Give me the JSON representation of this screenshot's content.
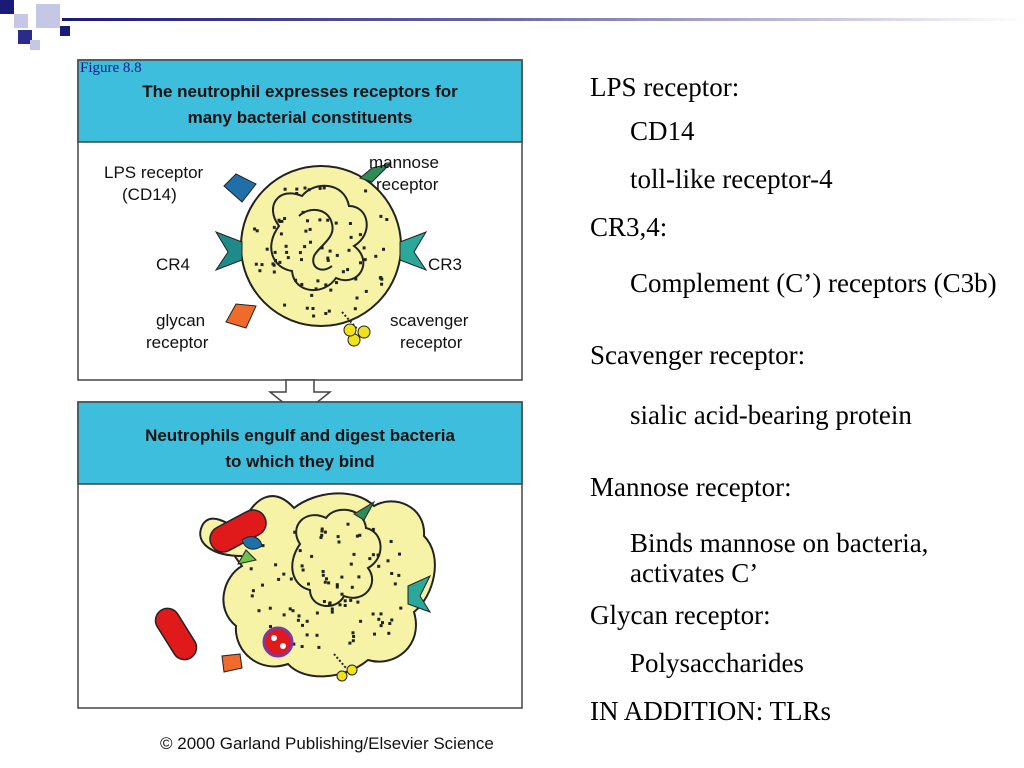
{
  "slide": {
    "figure_label": "Figure 8.8",
    "credit": "© 2000 Garland Publishing/Elsevier Science"
  },
  "figure": {
    "top_title_line1": "The neutrophil expresses receptors for",
    "top_title_line2": "many bacterial constituents",
    "bottom_title_line1": "Neutrophils engulf and digest bacteria",
    "bottom_title_line2": "to which they bind",
    "labels": {
      "lps_line1": "LPS receptor",
      "lps_line2": "(CD14)",
      "mannose_line1": "mannose",
      "mannose_line2": "receptor",
      "cr4": "CR4",
      "cr3": "CR3",
      "glycan_line1": "glycan",
      "glycan_line2": "receptor",
      "scavenger_line1": "scavenger",
      "scavenger_line2": "receptor"
    },
    "colors": {
      "header_bg": "#3dbedc",
      "cell": "#f7f3a6",
      "lps_receptor": "#1f6fa8",
      "mannose_receptor": "#2e8a57",
      "cr3_receptor": "#2aa89a",
      "cr4_receptor": "#1e8a8a",
      "glycan_receptor": "#f06a2a",
      "scavenger_ligand": "#f2e21a",
      "bacteria": "#e01a1a"
    }
  },
  "bullets": [
    {
      "level": 1,
      "text": "LPS receptor:"
    },
    {
      "level": 2,
      "text": "CD14"
    },
    {
      "level": 2,
      "text": "toll-like receptor-4"
    },
    {
      "level": 1,
      "text": "CR3,4:"
    },
    {
      "level": 2,
      "text": "Complement (C’) receptors (C3b)"
    },
    {
      "level": 1,
      "text": "Scavenger receptor:"
    },
    {
      "level": 2,
      "text": "sialic acid-bearing protein"
    },
    {
      "level": 1,
      "text": "Mannose receptor:"
    },
    {
      "level": 2,
      "text": "Binds mannose on bacteria, activates C’"
    },
    {
      "level": 1,
      "text": "Glycan receptor:"
    },
    {
      "level": 2,
      "text": "Polysaccharides"
    },
    {
      "level": 1,
      "text": "IN ADDITION: TLRs"
    }
  ]
}
